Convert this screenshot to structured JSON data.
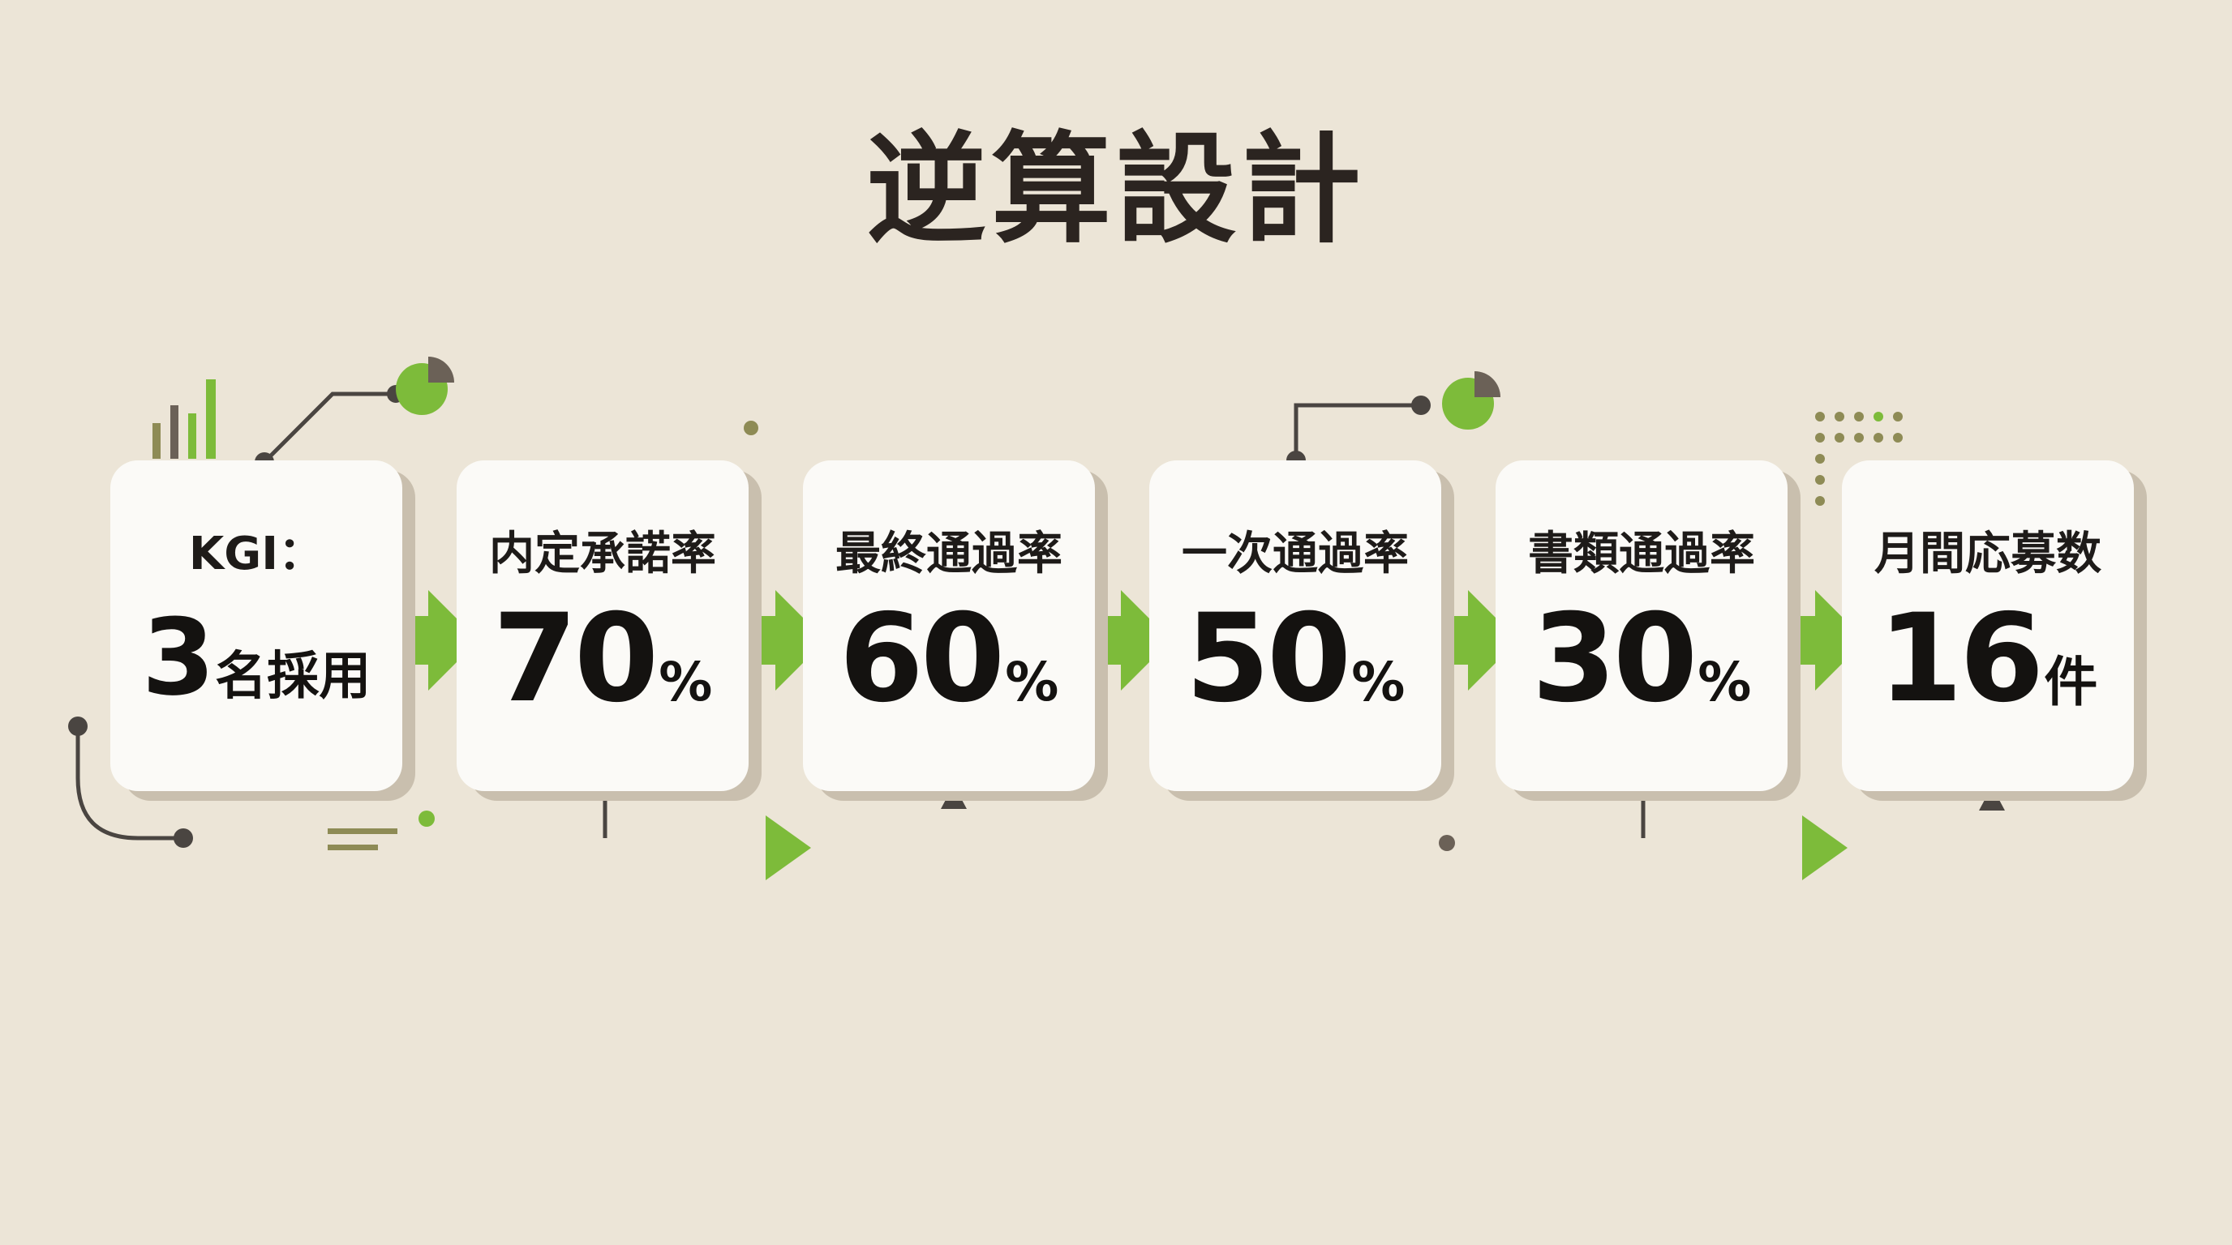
{
  "title": "逆算設計",
  "steps": [
    {
      "label": "KGI：",
      "value": "3",
      "unit": "名採用"
    },
    {
      "label": "内定承諾率",
      "value": "70",
      "unit": "%"
    },
    {
      "label": "最終通過率",
      "value": "60",
      "unit": "%"
    },
    {
      "label": "一次通過率",
      "value": "50",
      "unit": "%"
    },
    {
      "label": "書類通過率",
      "value": "30",
      "unit": "%"
    },
    {
      "label": "月間応募数",
      "value": "16",
      "unit": "件"
    }
  ],
  "colors": {
    "background": "#ece5d7",
    "card": "#fbfaf7",
    "card_shadow": "#c9bfae",
    "accent_green": "#7dbb3a",
    "line": "#4a4541",
    "title_text": "#2b2420"
  }
}
